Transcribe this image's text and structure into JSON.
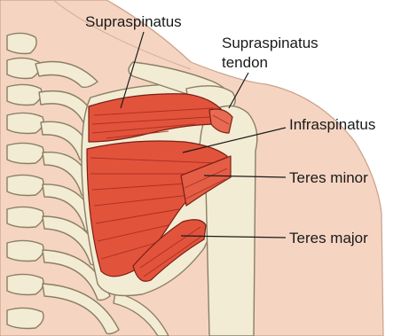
{
  "colors": {
    "skin": "#f5d5c2",
    "skin_outline": "#caa08a",
    "bone": "#f3ecd4",
    "muscle": "#e2533c",
    "muscle_dark": "#b8331f",
    "label": "#1a1a1a"
  },
  "labels": {
    "supraspinatus": "Supraspinatus",
    "supraspinatus_tendon_line1": "Supraspinatus",
    "supraspinatus_tendon_line2": "tendon",
    "infraspinatus": "Infraspinatus",
    "teres_minor": "Teres minor",
    "teres_major": "Teres major"
  }
}
